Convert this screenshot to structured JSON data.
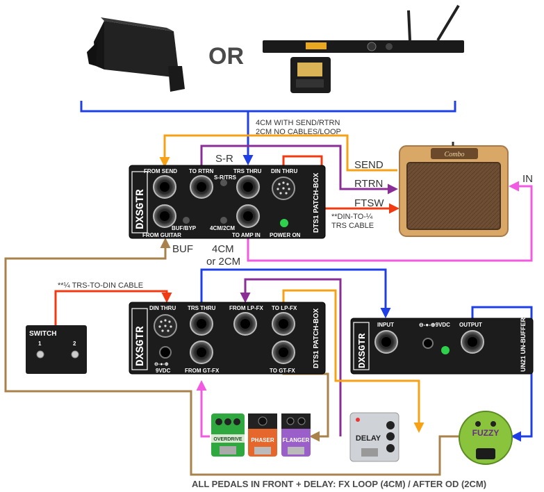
{
  "colors": {
    "blue": "#1f3fe6",
    "orange": "#f7a116",
    "purple": "#8b2d96",
    "red": "#f23a12",
    "magenta": "#f25ae2",
    "brown": "#a8814b",
    "green": "#2ed14b",
    "box": "#1c1c1c",
    "amp_tolex": "#d9a867",
    "amp_grill": "#6e4f34"
  },
  "top": {
    "or_text": "OR",
    "cable_note_1": "4CM WITH SEND/RTRN",
    "cable_note_2": "2CM NO CABLES/LOOP"
  },
  "patchbox_1": {
    "brand": "DXSGTR",
    "model": "DTS1 PATCH-BOX",
    "from_send": "FROM SEND",
    "to_rtrn": "TO RTRN",
    "trs_thru": "TRS THRU",
    "din_thru": "DIN THRU",
    "s_r_trs": "S-R/TRS",
    "buf_byp": "BUF/BYP",
    "cm_switch": "4CM/2CM",
    "from_guitar": "FROM GUITAR",
    "to_amp_in": "TO AMP IN",
    "power_on": "POWER ON"
  },
  "patchbox_2": {
    "brand": "DXSGTR",
    "model": "DTS1 PATCH-BOX",
    "din_thru": "DIN THRU",
    "trs_thru": "TRS THRU",
    "from_lp_fx": "FROM LP-FX",
    "to_lp_fx": "TO LP-FX",
    "dc_symbol": "⊖-●-⊕",
    "vdc": "9VDC",
    "from_gt_fx": "FROM GT-FX",
    "to_gt_fx": "TO GT-FX"
  },
  "buffer": {
    "brand": "DXSGTR",
    "model": "UN21 UN-BUFFER",
    "input": "INPUT",
    "vdc": "⊖-●-⊕9VDC",
    "output": "OUTPUT"
  },
  "labels": {
    "s_r": "S-R",
    "send": "SEND",
    "rtrn": "RTRN",
    "ftsw": "FTSW",
    "in": "IN",
    "din_note_1": "**DIN-TO-¼",
    "din_note_2": "TRS CABLE",
    "buf": "BUF",
    "cm_1": "4CM",
    "cm_2": "or 2CM",
    "trs_din_note": "**¼ TRS-TO-DIN CABLE",
    "footer": "ALL PEDALS IN FRONT + DELAY: FX LOOP (4CM) / AFTER OD (2CM)"
  },
  "amp": {
    "badge": "Combo"
  },
  "switch": {
    "title": "SWITCH",
    "fs1": "1",
    "fs2": "2"
  },
  "pedals": {
    "overdrive": "OVERDRIVE",
    "phaser": "PHASER",
    "flanger": "FLANGER",
    "delay": "DELAY",
    "fuzzy": "FUZZY"
  }
}
